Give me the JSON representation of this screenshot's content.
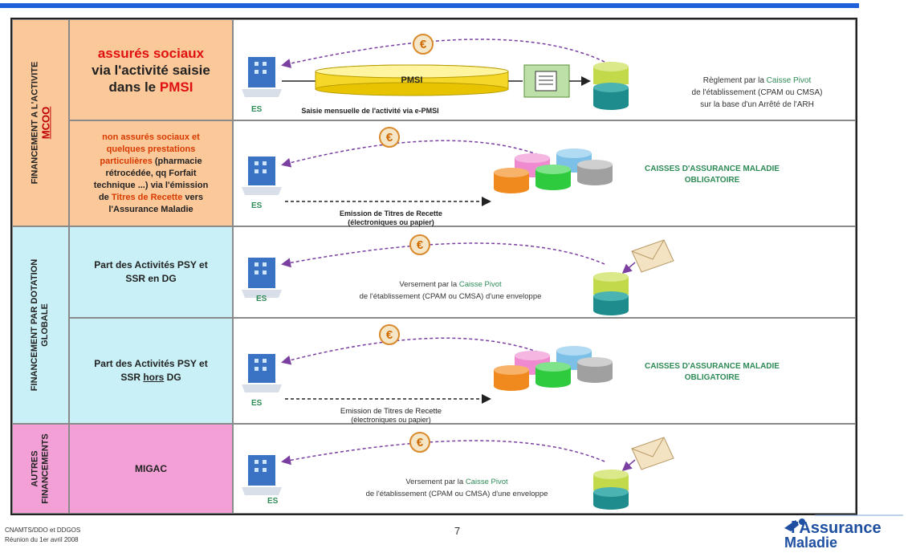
{
  "sections": {
    "s1": {
      "label_line1": "FINANCEMENT A L'ACTIVITE",
      "label_line2": "MCOO"
    },
    "s2": {
      "label_line1": "FINANCEMENT PAR DOTATION",
      "label_line2": "GLOBALE"
    },
    "s3": {
      "label_line1": "AUTRES",
      "label_line2": "FINANCEMENTS"
    }
  },
  "rows": [
    {
      "desc": {
        "part1": "assurés sociaux",
        "part2": "via l'activité saisie",
        "part3": "dans le ",
        "part4": "PMSI"
      },
      "es_label": "ES",
      "db_label": "PMSI",
      "caption": "Saisie mensuelle de l'activité via e-PMSI",
      "right": {
        "line1_a": "Règlement par la ",
        "line1_b": "Caisse Pivot",
        "line2": "de l'établissement (CPAM ou CMSA)",
        "line3": "sur la base d'un Arrêté de l'ARH"
      }
    },
    {
      "desc": {
        "a": "non assurés sociaux et",
        "b": "quelques prestations",
        "c": "particulières",
        "d": " (pharmacie",
        "e": "rétrocédée, qq Forfait",
        "f": "technique ...) via l'émission",
        "g": "de ",
        "h": "Titres de Recette",
        "i": " vers",
        "j": "l'Assurance Maladie"
      },
      "es_label": "ES",
      "caption_line1": "Emission de Titres de Recette",
      "caption_line2": "(électroniques ou papier)",
      "right_line1": "CAISSES D'ASSURANCE MALADIE",
      "right_line2": "OBLIGATOIRE"
    },
    {
      "desc": {
        "line1": "Part des Activités PSY et",
        "line2": "SSR en DG"
      },
      "es_label": "ES",
      "caption": {
        "l1a": "Versement par la ",
        "l1b": "Caisse Pivot",
        "l2": "de l'établissement (CPAM ou CMSA) d'une enveloppe"
      }
    },
    {
      "desc": {
        "line1": "Part des Activités PSY et",
        "line2a": "SSR ",
        "line2b": "hors",
        "line2c": " DG"
      },
      "es_label": "ES",
      "caption_line1": "Emission de Titres de Recette",
      "caption_line2": "(électroniques ou papier)",
      "right_line1": "CAISSES D'ASSURANCE MALADIE",
      "right_line2": "OBLIGATOIRE"
    },
    {
      "desc": {
        "line1": "MIGAC"
      },
      "es_label": "ES",
      "caption": {
        "l1a": "Versement par la ",
        "l1b": "Caisse Pivot",
        "l2": "de l'établissement (CPAM ou CMSA) d'une enveloppe"
      }
    }
  ],
  "euro_symbol": "€",
  "footer": {
    "line1": "CNAMTS/DDO et DDGOS",
    "line2": "Réunion du 1er avril 2008",
    "page": "7",
    "logo_line1": "l'Assurance",
    "logo_line2": "Maladie"
  },
  "colors": {
    "orange_bg": "#fbc89a",
    "blue_bg": "#c8f0f6",
    "pink_bg": "#f2a0d6",
    "green_text": "#2e8b57",
    "red_text": "#e01010",
    "accent_blue": "#1c5fd8"
  }
}
